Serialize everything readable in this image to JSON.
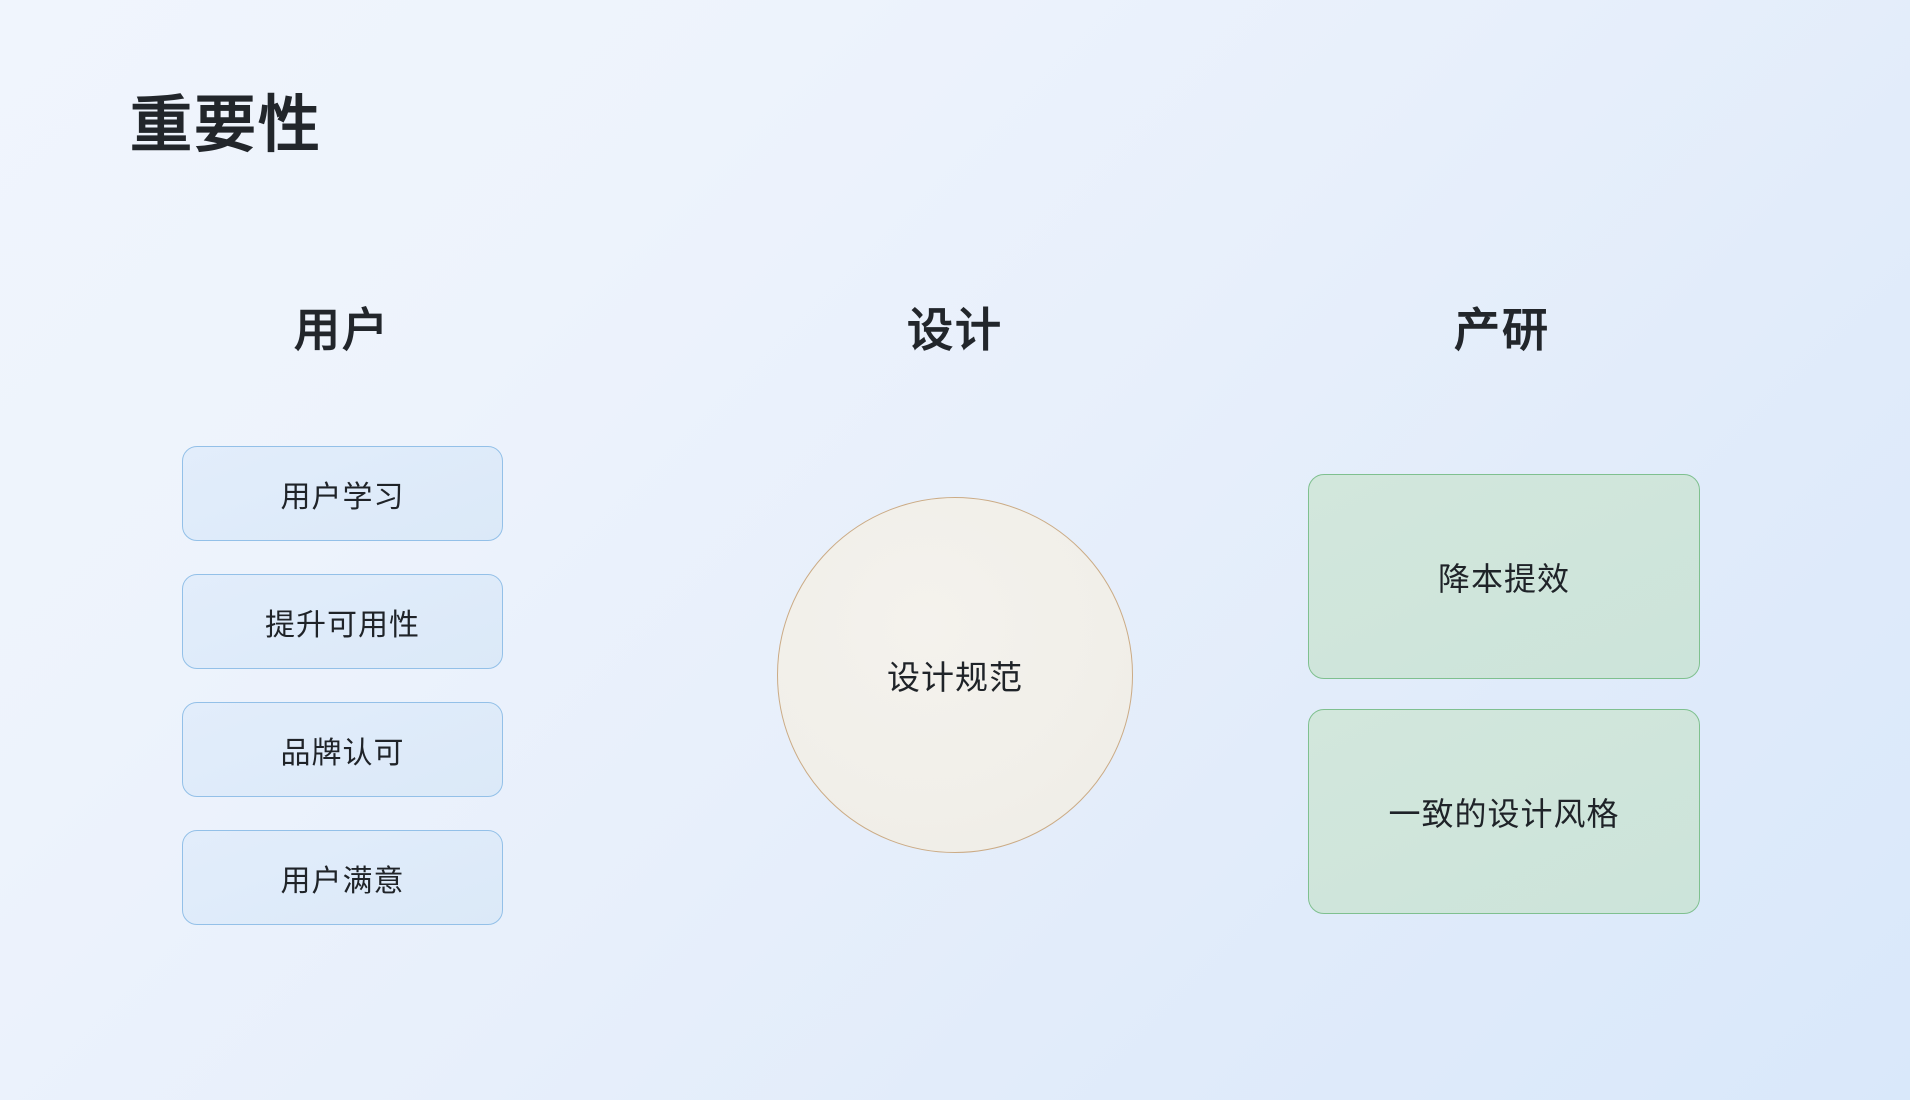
{
  "slide": {
    "title": "重要性",
    "background": {
      "from": "#f0f5fd",
      "to": "#d9e8fa"
    }
  },
  "columns": {
    "user": {
      "heading": "用户",
      "accent_border": "#93c0e8",
      "accent_fill": "#e2edfb",
      "cards": [
        {
          "label": "用户学习"
        },
        {
          "label": "提升可用性"
        },
        {
          "label": "品牌认可"
        },
        {
          "label": "用户满意"
        }
      ]
    },
    "design": {
      "heading": "设计",
      "accent_border": "#cbab85",
      "accent_fill": "#f1efe9",
      "circle": {
        "label": "设计规范"
      }
    },
    "rnd": {
      "heading": "产研",
      "accent_border": "#7fc08f",
      "accent_fill": "#cfe5db",
      "cards": [
        {
          "label": "降本提效"
        },
        {
          "label": "一致的设计风格"
        }
      ]
    }
  }
}
